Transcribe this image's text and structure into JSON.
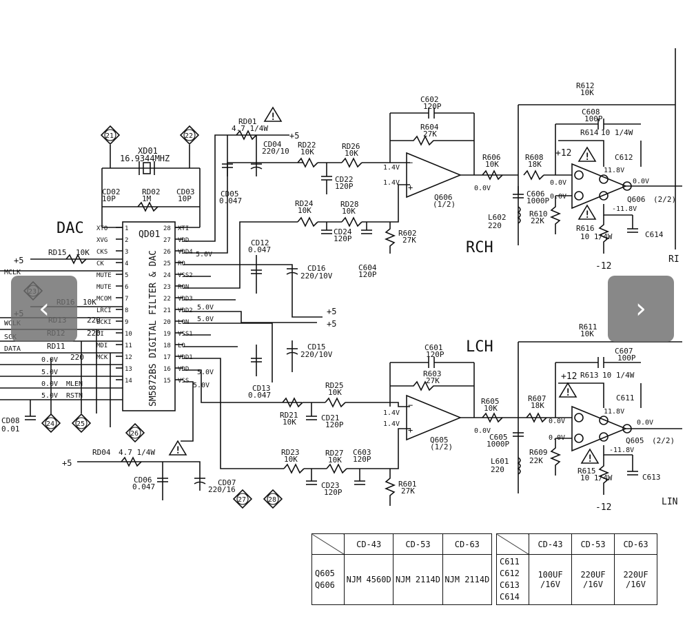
{
  "ic": {
    "ref": "QD01",
    "body": "SM5872BS DIGITAL FILTER & DAC",
    "left_pins": [
      {
        "n": "1",
        "name": "XTO"
      },
      {
        "n": "2",
        "name": "XVG"
      },
      {
        "n": "3",
        "name": "CKS"
      },
      {
        "n": "4",
        "name": "CK"
      },
      {
        "n": "5",
        "name": "MUTE"
      },
      {
        "n": "6",
        "name": "MUTE"
      },
      {
        "n": "7",
        "name": "MCOM"
      },
      {
        "n": "8",
        "name": "LRCI"
      },
      {
        "n": "9",
        "name": "BCKI"
      },
      {
        "n": "10",
        "name": "DI"
      },
      {
        "n": "11",
        "name": "MDI"
      },
      {
        "n": "12",
        "name": "MCK"
      },
      {
        "n": "13",
        "name": ""
      },
      {
        "n": "14",
        "name": ""
      }
    ],
    "right_pins": [
      {
        "n": "28",
        "name": "XTI"
      },
      {
        "n": "27",
        "name": "VDD"
      },
      {
        "n": "26",
        "name": "VDD4"
      },
      {
        "n": "25",
        "name": "RO"
      },
      {
        "n": "24",
        "name": "VSS2"
      },
      {
        "n": "23",
        "name": "RON"
      },
      {
        "n": "22",
        "name": "VDD3"
      },
      {
        "n": "21",
        "name": "VDD2"
      },
      {
        "n": "20",
        "name": "LON"
      },
      {
        "n": "19",
        "name": "VSS1"
      },
      {
        "n": "18",
        "name": "LO"
      },
      {
        "n": "17",
        "name": "VDD1"
      },
      {
        "n": "16",
        "name": "VDD"
      },
      {
        "n": "15",
        "name": "VSS"
      }
    ],
    "dac_label": "DAC"
  },
  "crystal": {
    "ref": "XD01",
    "freq": "16.9344MHZ"
  },
  "tags": [
    "21",
    "22",
    "23",
    "24",
    "25",
    "26",
    "27",
    "28"
  ],
  "components": [
    {
      "ref": "CD02",
      "val": "10P"
    },
    {
      "ref": "RD02",
      "val": "1M"
    },
    {
      "ref": "CD03",
      "val": "10P"
    },
    {
      "ref": "RD01",
      "val": "4.7 1/4W"
    },
    {
      "ref": "CD04",
      "val": "220/10"
    },
    {
      "ref": "CD05",
      "val": "0.047"
    },
    {
      "ref": "RD22",
      "val": "10K"
    },
    {
      "ref": "RD26",
      "val": "10K"
    },
    {
      "ref": "CD22",
      "val": "120P"
    },
    {
      "ref": "RD24",
      "val": "10K"
    },
    {
      "ref": "RD28",
      "val": "10K"
    },
    {
      "ref": "CD24",
      "val": "120P"
    },
    {
      "ref": "C604",
      "val": "120P"
    },
    {
      "ref": "R602",
      "val": "27K"
    },
    {
      "ref": "CD12",
      "val": "0.047"
    },
    {
      "ref": "CD16",
      "val": "220/10V"
    },
    {
      "ref": "CD15",
      "val": "220/10V"
    },
    {
      "ref": "CD13",
      "val": "0.047"
    },
    {
      "ref": "RD15",
      "val": "10K"
    },
    {
      "ref": "RD16",
      "val": "10K"
    },
    {
      "ref": "RD13",
      "val": "220"
    },
    {
      "ref": "RD12",
      "val": "220"
    },
    {
      "ref": "RD11",
      "val": "220"
    },
    {
      "ref": "CD08",
      "val": "0.01"
    },
    {
      "ref": "RD04",
      "val": "4.7 1/4W"
    },
    {
      "ref": "CD06",
      "val": "0.047"
    },
    {
      "ref": "CD07",
      "val": "220/16"
    },
    {
      "ref": "C602",
      "val": "120P"
    },
    {
      "ref": "R604",
      "val": "27K"
    },
    {
      "ref": "Q606",
      "val": "(1/2)"
    },
    {
      "ref": "R606",
      "val": "10K"
    },
    {
      "ref": "R608",
      "val": "18K"
    },
    {
      "ref": "C606",
      "val": "1000P"
    },
    {
      "ref": "L602",
      "val": "220"
    },
    {
      "ref": "R610",
      "val": "22K"
    },
    {
      "ref": "R612",
      "val": "10K"
    },
    {
      "ref": "C608",
      "val": "100P"
    },
    {
      "ref": "R614",
      "val": "10 1/4W"
    },
    {
      "ref": "C612",
      "val": ""
    },
    {
      "ref": "R616",
      "val": "10 1/4W"
    },
    {
      "ref": "C614",
      "val": ""
    },
    {
      "ref": "Q606",
      "val": "(2/2)"
    },
    {
      "ref": "C601",
      "val": "120P"
    },
    {
      "ref": "R603",
      "val": "27K"
    },
    {
      "ref": "Q605",
      "val": "(1/2)"
    },
    {
      "ref": "R605",
      "val": "10K"
    },
    {
      "ref": "R607",
      "val": "18K"
    },
    {
      "ref": "C605",
      "val": "1000P"
    },
    {
      "ref": "L601",
      "val": "220"
    },
    {
      "ref": "R609",
      "val": "22K"
    },
    {
      "ref": "R611",
      "val": "10K"
    },
    {
      "ref": "C607",
      "val": "100P"
    },
    {
      "ref": "R613",
      "val": "10 1/4W"
    },
    {
      "ref": "C611",
      "val": ""
    },
    {
      "ref": "R615",
      "val": "10 1/4W"
    },
    {
      "ref": "C613",
      "val": ""
    },
    {
      "ref": "Q605",
      "val": "(2/2)"
    },
    {
      "ref": "RD21",
      "val": "10K"
    },
    {
      "ref": "RD25",
      "val": "10K"
    },
    {
      "ref": "CD21",
      "val": "120P"
    },
    {
      "ref": "RD23",
      "val": "10K"
    },
    {
      "ref": "RD27",
      "val": "10K"
    },
    {
      "ref": "CD23",
      "val": "120P"
    },
    {
      "ref": "C603",
      "val": "120P"
    },
    {
      "ref": "R601",
      "val": "27K"
    }
  ],
  "signals": {
    "mclk": "MCLK",
    "wclk": "WCLK",
    "sck": "SCK",
    "data": "DATA",
    "mlen": "MLEN",
    "rstn": "RSTN",
    "plus5": "+5",
    "plus12": "+12",
    "minus12": "-12",
    "v0": "0.0V",
    "v5": "5.0V",
    "v14": "1.4V",
    "v118": "11.8V",
    "vm118": "-11.8V",
    "rch": "RCH",
    "lch": "LCH",
    "rin": "RI",
    "lin": "LIN"
  },
  "table_ic": {
    "headers": [
      "CD-43",
      "CD-53",
      "CD-63"
    ],
    "rows_label": [
      "Q605",
      "Q606"
    ],
    "values": [
      "NJM 4560D",
      "NJM 2114D",
      "NJM 2114D"
    ]
  },
  "table_cap": {
    "headers": [
      "CD-43",
      "CD-53",
      "CD-63"
    ],
    "rows_label": [
      "C611",
      "C612",
      "C613",
      "C614"
    ],
    "values": [
      "100UF /16V",
      "220UF /16V",
      "220UF /16V"
    ]
  },
  "nav": {
    "prev": "‹",
    "next": "›"
  }
}
